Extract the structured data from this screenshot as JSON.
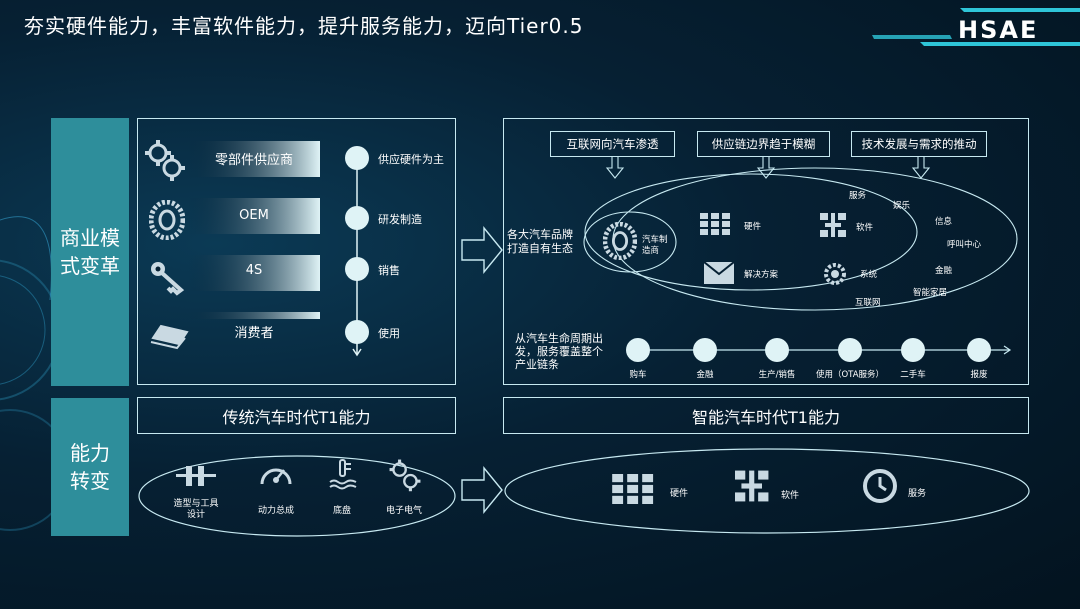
{
  "title": "夯实硬件能力，丰富软件能力，提升服务能力，迈向Tier0.5",
  "logo": "HSAE",
  "left_labels": {
    "business_model": "商业模式变革",
    "capability": "能力转变"
  },
  "traditional": {
    "caption": "传统汽车时代T1能力",
    "roles": [
      "零部件供应商",
      "OEM",
      "4S",
      "消费者"
    ],
    "stages": [
      "供应硬件为主",
      "研发制造",
      "销售",
      "使用"
    ],
    "capabilities": [
      "造型与工具设计",
      "动力总成",
      "底盘",
      "电子电气"
    ]
  },
  "smart": {
    "caption": "智能汽车时代T1能力",
    "headers": [
      "互联网向汽车渗透",
      "供应链边界趋于模糊",
      "技术发展与需求的推动"
    ],
    "brand_note": "各大汽车品牌打造自有生态",
    "manufacturer": "汽车制造商",
    "inner_items": [
      "硬件",
      "软件",
      "解决方案",
      "系统"
    ],
    "outer_items": [
      "服务",
      "娱乐",
      "信息",
      "呼叫中心",
      "金融",
      "智能家居",
      "互联网"
    ],
    "lifecycle_note": "从汽车生命周期出发，服务覆盖整个产业链条",
    "lifecycle": [
      "购车",
      "金融",
      "生产/销售",
      "使用（OTA服务）",
      "二手车",
      "报废"
    ],
    "capabilities": [
      "硬件",
      "软件",
      "服务"
    ]
  }
}
